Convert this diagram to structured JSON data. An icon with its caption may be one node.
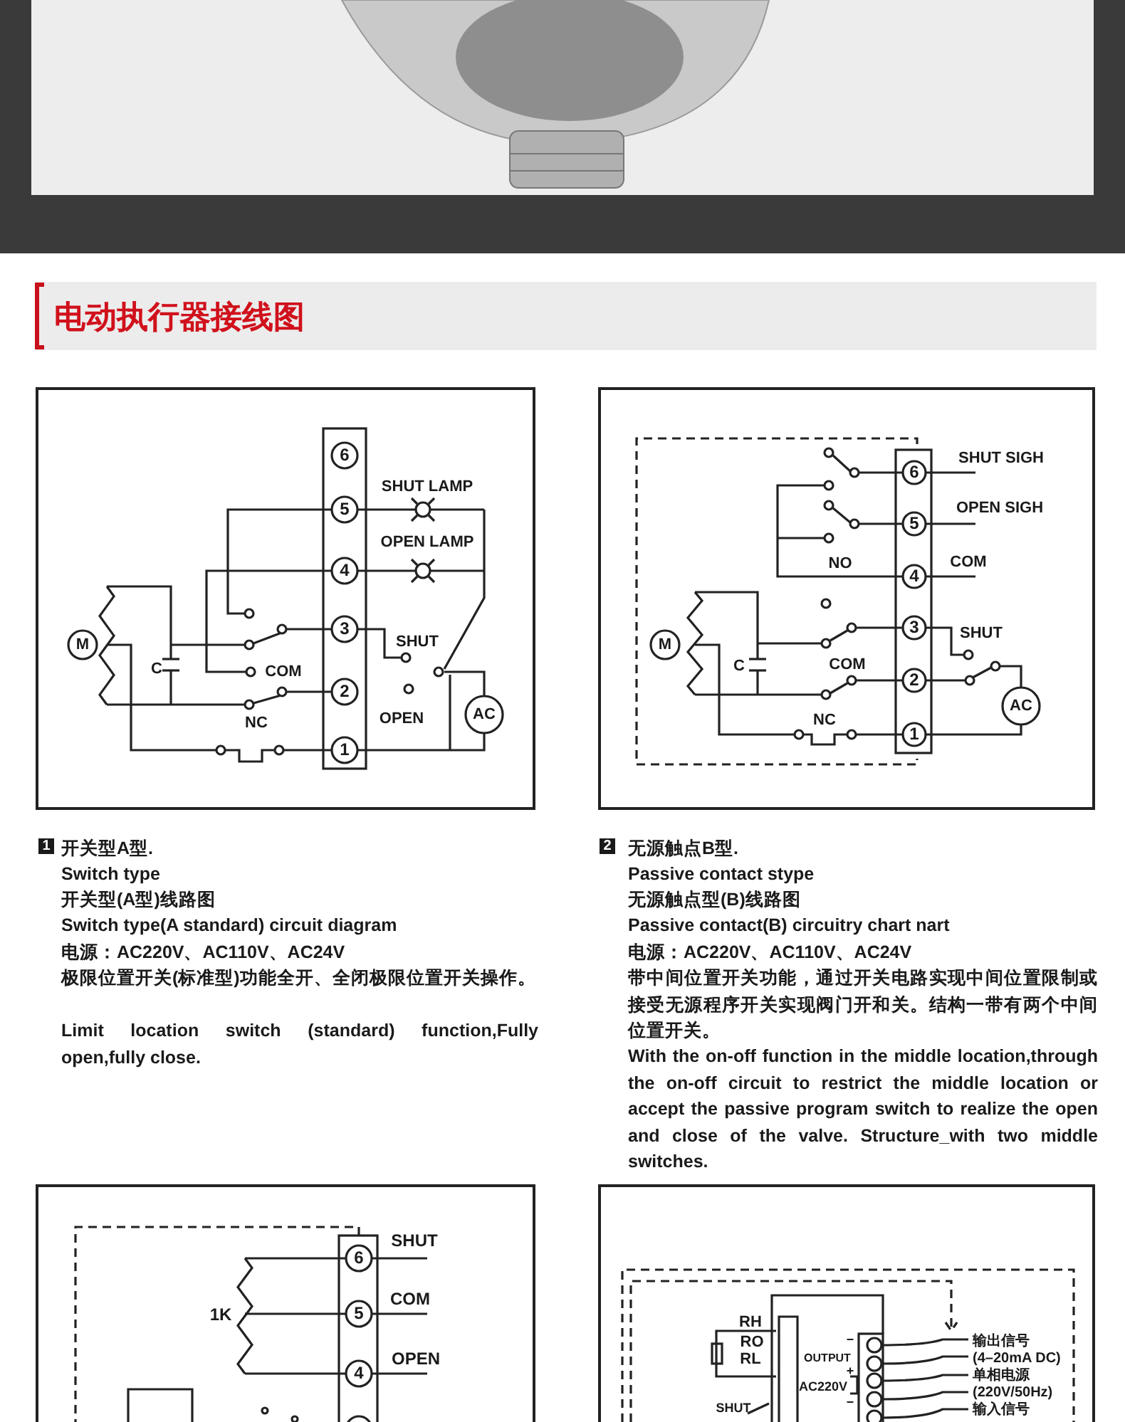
{
  "diagram": {
    "title": "电动执行器接线图",
    "labels": [
      "6",
      "SHUT LAMP",
      "5",
      "OPEN LAMP",
      "4",
      "3",
      "SHUT",
      "M",
      "C",
      "COM",
      "2",
      "AC",
      "NC",
      "OPEN",
      "1",
      "SHUT SIGH",
      "6",
      "OPEN SIGH",
      "5",
      "NO",
      "COM",
      "4",
      "3",
      "SHUT",
      "M",
      "C",
      "COM",
      "2",
      "AC",
      "NC",
      "1",
      "1",
      "开关型A型.",
      "Switch type",
      "开关型(A型)线路图",
      "Switch type(A standard) circuit diagram",
      "电源：AC220V、AC110V、AC24V",
      "极限位置开关(标准型)功能全开、全闭极限位置开关操作。",
      "Limit location switch (standard) function,Fully open,fully close.",
      "2",
      "无源触点B型.",
      "Passive contact stype",
      "无源触点型(B)线路图",
      "Passive contact(B) circuitry chart nart",
      "电源：AC220V、AC110V、AC24V",
      "带中间位置开关功能，通过开关电路实现中间位置限制或接受无源程序开关实现阀门开和关。结构一带有两个中间位置开关。",
      "With the on-off function in the middle location,through the on-off circuit to restrict the middle location or accept the passive program switch to realize the open and close of the valve. Structure_with two middle switches.",
      "SHUT",
      "6",
      "COM",
      "5",
      "1K",
      "OPEN",
      "4",
      "RH",
      "RO",
      "RL",
      "−",
      "OUTPUT",
      "+",
      "AC220V",
      "−",
      "输出信号",
      "(4–20mA DC)",
      "单相电源",
      "(220V/50Hz)",
      "输入信号",
      "SHUT"
    ]
  }
}
